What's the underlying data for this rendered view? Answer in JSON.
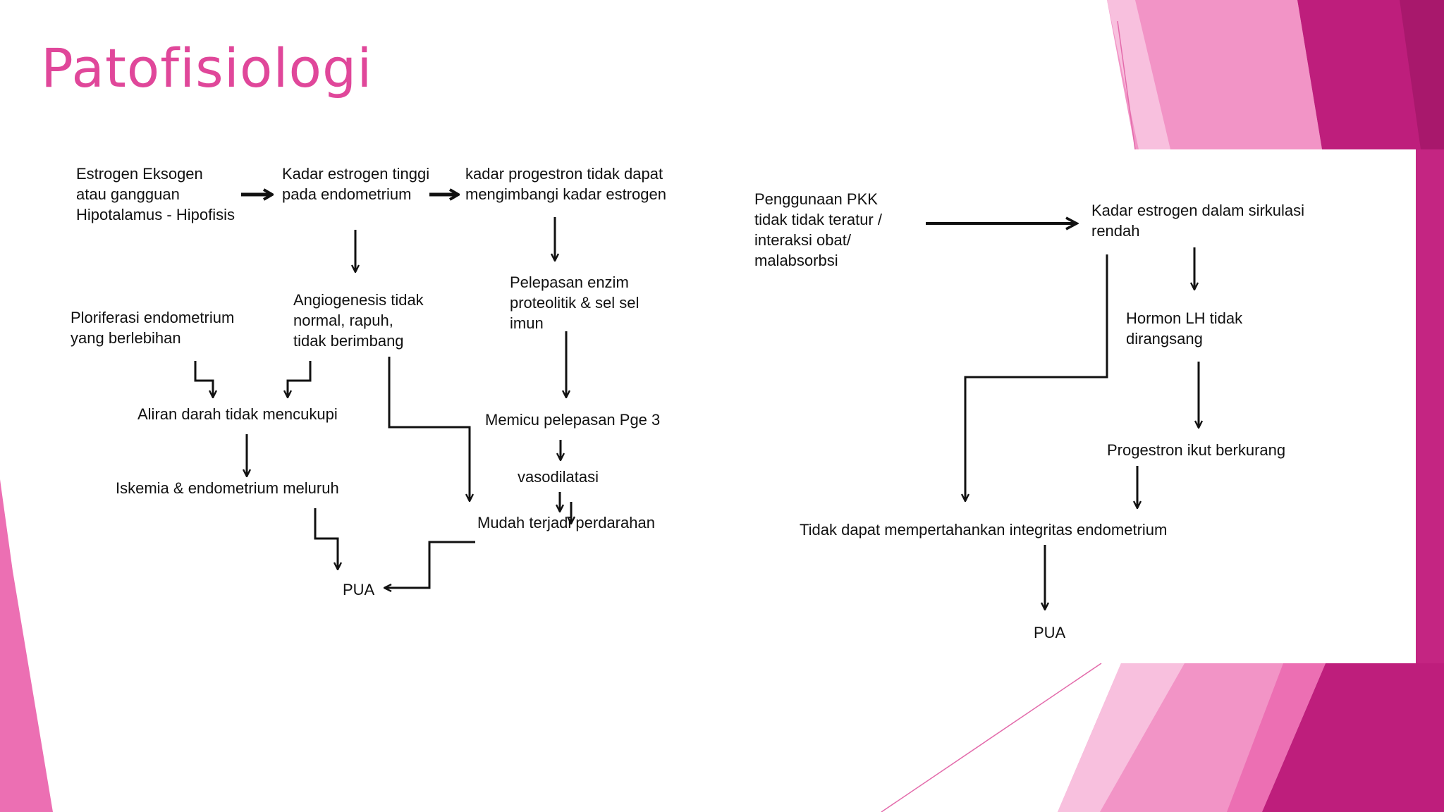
{
  "slide": {
    "title": "Patofisiologi",
    "colors": {
      "title": "#e0479a",
      "accent_dark": "#be1e7c",
      "accent_mid": "#ec6fb3",
      "accent_light": "#f5a3cf"
    }
  },
  "left_diagram": {
    "nodes": {
      "estrogen_eksogen": [
        "Estrogen Eksogen",
        "atau gangguan",
        "Hipotalamus - Hipofisis"
      ],
      "kadar_estrogen_tinggi": [
        "Kadar estrogen tinggi",
        "pada endometrium"
      ],
      "progestron_tidak_dapat": [
        "kadar progestron tidak dapat",
        "mengimbangi kadar estrogen"
      ],
      "angiogenesis": [
        "Angiogenesis tidak",
        "normal, rapuh,",
        "tidak berimbang"
      ],
      "ploriferasi": [
        "Ploriferasi endometrium",
        "yang berlebihan"
      ],
      "pelepasan_enzim": [
        "Pelepasan enzim",
        "proteolitik & sel sel",
        "imun"
      ],
      "aliran_darah": [
        "Aliran darah tidak mencukupi"
      ],
      "memicu_pge3": [
        "Memicu pelepasan Pge 3"
      ],
      "vasodilatasi": [
        "vasodilatasi"
      ],
      "iskemia": [
        "Iskemia & endometrium meluruh"
      ],
      "mudah_perdarahan": [
        "Mudah terjadi perdarahan"
      ],
      "pua": [
        "PUA"
      ]
    }
  },
  "right_diagram": {
    "nodes": {
      "penggunaan_pkk": [
        "Penggunaan PKK",
        "tidak tidak teratur /",
        "interaksi obat/",
        "malabsorbsi"
      ],
      "kadar_estrogen_rendah": [
        "Kadar estrogen dalam sirkulasi",
        "rendah"
      ],
      "hormon_lh": [
        "Hormon LH tidak",
        "dirangsang"
      ],
      "progestron_berkurang": [
        "Progestron ikut berkurang"
      ],
      "tidak_dapat_mempertahankan": [
        "Tidak dapat mempertahankan integritas endometrium"
      ],
      "pua": [
        "PUA"
      ]
    }
  }
}
